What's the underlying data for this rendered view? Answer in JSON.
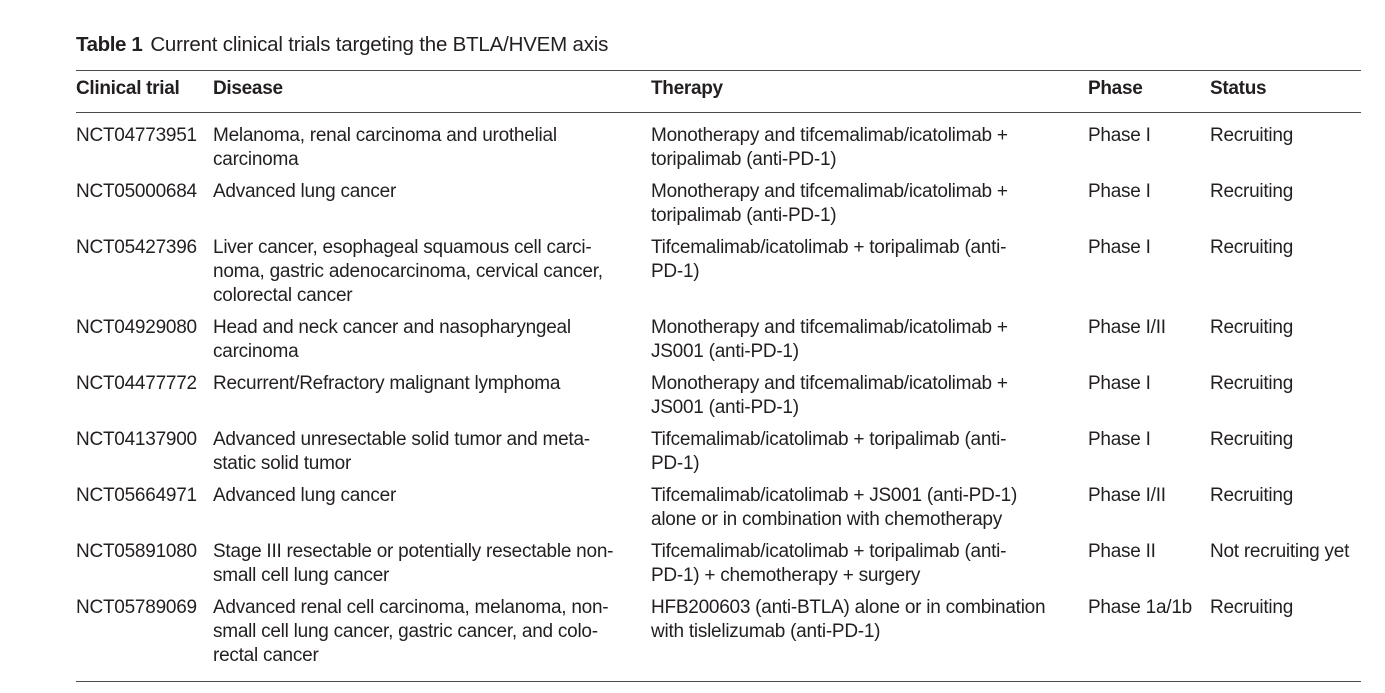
{
  "caption": {
    "label": "Table 1",
    "title": "Current clinical trials targeting the BTLA/HVEM axis"
  },
  "table": {
    "headers": {
      "trial": "Clinical trial",
      "disease": "Disease",
      "therapy": "Therapy",
      "phase": "Phase",
      "status": "Status"
    },
    "rows": [
      {
        "trial": "NCT04773951",
        "disease": [
          "Melanoma, renal carcinoma and urothelial",
          "carcinoma"
        ],
        "therapy": [
          "Monotherapy and tifcemalimab/icatolimab +",
          "toripalimab (anti-PD-1)"
        ],
        "phase": "Phase I",
        "status": "Recruiting"
      },
      {
        "trial": "NCT05000684",
        "disease": [
          "Advanced lung cancer"
        ],
        "therapy": [
          "Monotherapy and tifcemalimab/icatolimab +",
          "toripalimab (anti-PD-1)"
        ],
        "phase": "Phase I",
        "status": "Recruiting"
      },
      {
        "trial": "NCT05427396",
        "disease": [
          "Liver cancer, esophageal squamous cell carci-",
          "noma, gastric adenocarcinoma, cervical cancer,",
          "colorectal cancer"
        ],
        "therapy": [
          "Tifcemalimab/icatolimab +  toripalimab (anti-",
          "PD-1)"
        ],
        "phase": "Phase I",
        "status": "Recruiting"
      },
      {
        "trial": "NCT04929080",
        "disease": [
          "Head and neck cancer and nasopharyngeal",
          "carcinoma"
        ],
        "therapy": [
          "Monotherapy and tifcemalimab/icatolimab +",
          "JS001 (anti-PD-1)"
        ],
        "phase": "Phase I/II",
        "status": "Recruiting"
      },
      {
        "trial": "NCT04477772",
        "disease": [
          "Recurrent/Refractory malignant lymphoma"
        ],
        "therapy": [
          "Monotherapy and tifcemalimab/icatolimab +",
          "JS001 (anti-PD-1)"
        ],
        "phase": "Phase I",
        "status": "Recruiting"
      },
      {
        "trial": "NCT04137900",
        "disease": [
          "Advanced unresectable solid tumor and meta-",
          "static solid tumor"
        ],
        "therapy": [
          "Tifcemalimab/icatolimab +  toripalimab (anti-",
          "PD-1)"
        ],
        "phase": "Phase I",
        "status": "Recruiting"
      },
      {
        "trial": "NCT05664971",
        "disease": [
          "Advanced lung cancer"
        ],
        "therapy": [
          "Tifcemalimab/icatolimab +  JS001 (anti-PD-1)",
          "alone or in combination with chemotherapy"
        ],
        "phase": "Phase I/II",
        "status": "Recruiting"
      },
      {
        "trial": "NCT05891080",
        "disease": [
          "Stage III resectable or potentially resectable non-",
          "small cell lung cancer"
        ],
        "therapy": [
          "Tifcemalimab/icatolimab +  toripalimab (anti-",
          "PD-1) + chemotherapy + surgery"
        ],
        "phase": "Phase II",
        "status": "Not recruiting yet"
      },
      {
        "trial": "NCT05789069",
        "disease": [
          "Advanced renal cell carcinoma, melanoma, non-",
          "small cell lung cancer, gastric cancer, and colo-",
          "rectal cancer"
        ],
        "therapy": [
          "HFB200603 (anti-BTLA) alone or in combination",
          "with tislelizumab (anti-PD-1)"
        ],
        "phase": "Phase 1a/1b",
        "status": "Recruiting"
      }
    ]
  }
}
